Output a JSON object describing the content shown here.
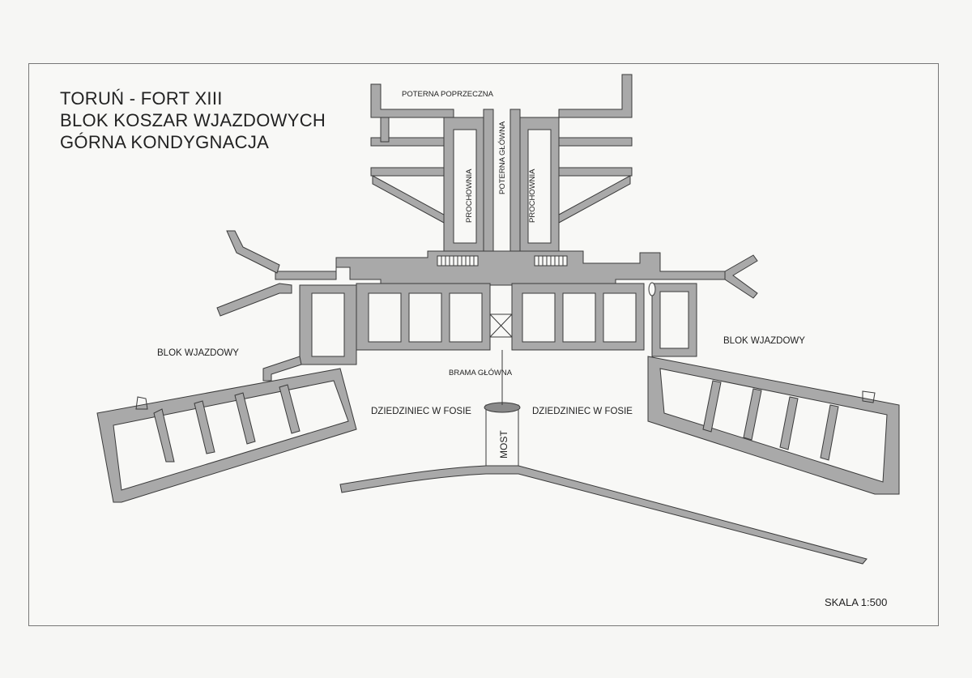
{
  "title": {
    "line1": "TORUŃ - FORT XIII",
    "line2": "BLOK KOSZAR WJAZDOWYCH",
    "line3": "GÓRNA KONDYGNACJA"
  },
  "labels": {
    "poterna_poprzeczna": "POTERNA POPRZECZNA",
    "poterna_glowna": "POTERNA GŁÓWNA",
    "prochownia_left": "PROCHOWNIA",
    "prochownia_right": "PROCHOWNIA",
    "blok_wjazdowy_left": "BLOK WJAZDOWY",
    "blok_wjazdowy_right": "BLOK WJAZDOWY",
    "brama_glowna": "BRAMA GŁÓWNA",
    "dziedziniec_left": "DZIEDZINIEC W FOSIE",
    "dziedziniec_right": "DZIEDZINIEC W FOSIE",
    "most": "MOST"
  },
  "scale": "SKALA 1:500",
  "colors": {
    "wall": "#a9a9a9",
    "line": "#3a3a3a",
    "paper": "#f8f8f6"
  }
}
